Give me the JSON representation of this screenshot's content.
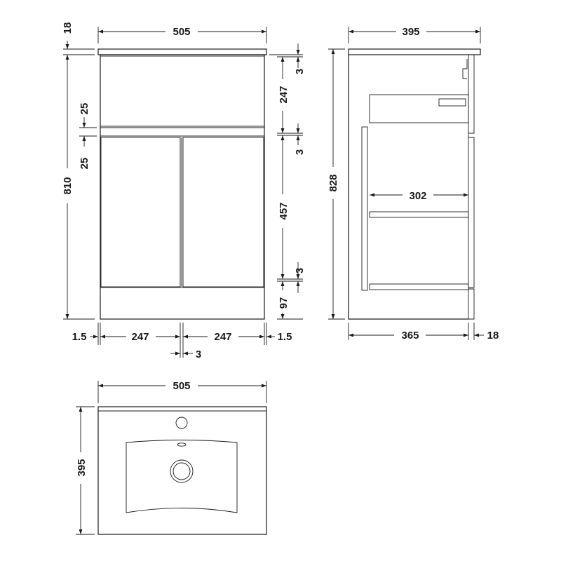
{
  "front_view": {
    "top_width": "505",
    "worktop_thickness": "18",
    "total_height": "810",
    "gap_upper_25": "25",
    "gap_lower_25": "25",
    "gap_top_3": "3",
    "drawer_height": "247",
    "gap_mid_3": "3",
    "door_height": "457",
    "gap_bottom_3": "3",
    "plinth_height": "97",
    "left_edge": "1.5",
    "left_door_width": "247",
    "right_door_width": "247",
    "right_edge": "1.5",
    "door_gap": "3"
  },
  "side_view": {
    "depth_top": "395",
    "total_height": "828",
    "inner_depth": "302",
    "body_depth": "365",
    "door_thickness": "18"
  },
  "top_view": {
    "width": "505",
    "depth": "395"
  }
}
